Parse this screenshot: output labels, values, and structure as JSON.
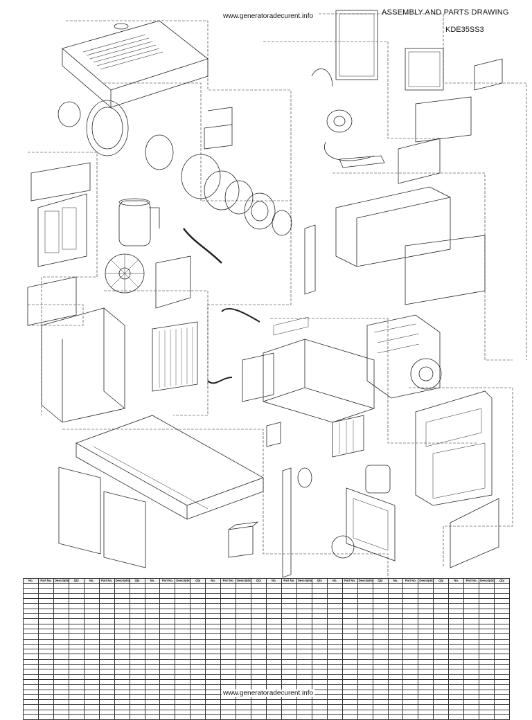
{
  "header": {
    "url": "www.generatoradecurent.info",
    "title": "ASSEMBLY AND PARTS DRAWING",
    "model": "KDE35SS3"
  },
  "table": {
    "columns": [
      "No.",
      "Part No.",
      "Description",
      "Qty"
    ]
  },
  "footer": {
    "url": "www.generatoradecurent.info"
  }
}
